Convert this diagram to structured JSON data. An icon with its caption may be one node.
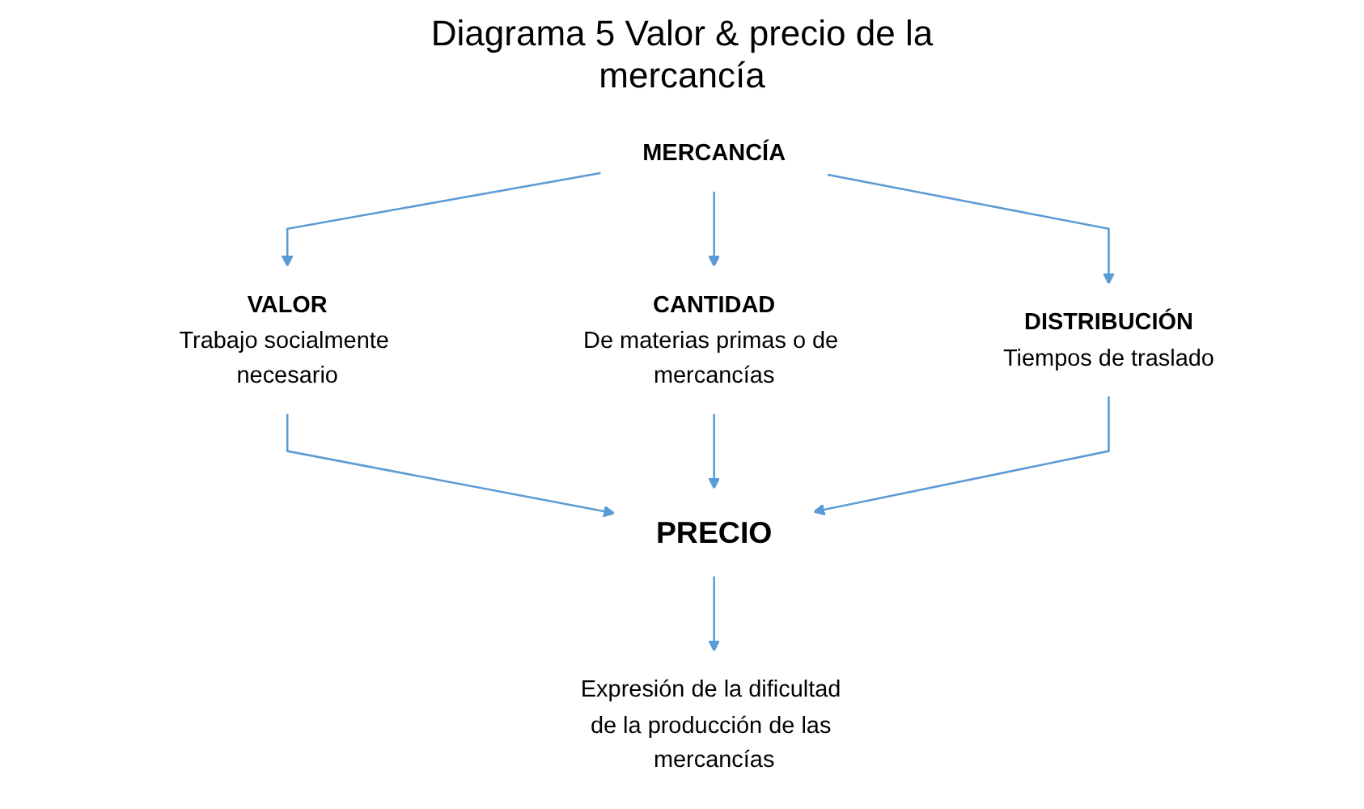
{
  "diagram": {
    "title": "Diagrama 5 Valor & precio de la mercancía",
    "nodes": [
      {
        "text": [
          "MERCANCÍA"
        ]
      },
      {
        "text": [
          "VALOR",
          "Trabajo socialmente necesario"
        ]
      },
      {
        "text": [
          "CANTIDAD",
          "De materias primas o de mercancías"
        ]
      },
      {
        "text": [
          "DISTRIBUCIÓN",
          "Tiempos de traslado"
        ]
      },
      {
        "text": [
          "PRECIO"
        ]
      },
      {
        "text": [
          "Expresión de la dificultad de la producción de las mercancías"
        ]
      }
    ],
    "edges": [
      {
        "from": 0,
        "to": 1,
        "arrow": "to"
      },
      {
        "from": 0,
        "to": 2,
        "arrow": "to"
      },
      {
        "from": 0,
        "to": 3,
        "arrow": "to"
      },
      {
        "from": 1,
        "to": 4,
        "arrow": "to"
      },
      {
        "from": 2,
        "to": 4,
        "arrow": "to"
      },
      {
        "from": 3,
        "to": 4,
        "arrow": "to"
      },
      {
        "from": 4,
        "to": 5,
        "arrow": "to"
      }
    ]
  }
}
